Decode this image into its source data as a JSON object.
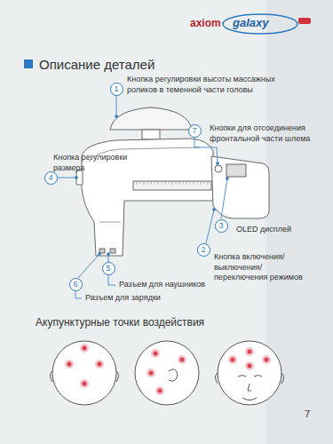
{
  "diagram": {
    "title": "Описание деталей",
    "nodes": [
      {
        "text": [
          "1"
        ]
      },
      {
        "text": [
          "7"
        ]
      },
      {
        "text": [
          "4"
        ]
      },
      {
        "text": [
          "3"
        ]
      },
      {
        "text": [
          "2"
        ]
      },
      {
        "text": [
          "5"
        ]
      },
      {
        "text": [
          "6"
        ]
      }
    ],
    "labels": [
      "axiom",
      "galaxy",
      "Кнопка регулировки высоты массажных роликов в теменной части головы",
      "Кнопки для отсоединения фронтальной части шлема",
      "Кнопка регулировки размера",
      "OLED дисплей",
      "Кнопка включения/ выключения/ переключения режимов",
      "Разъем для наушников",
      "Разъем для зарядки",
      "Акупунктурные точки воздействия",
      "7"
    ]
  }
}
